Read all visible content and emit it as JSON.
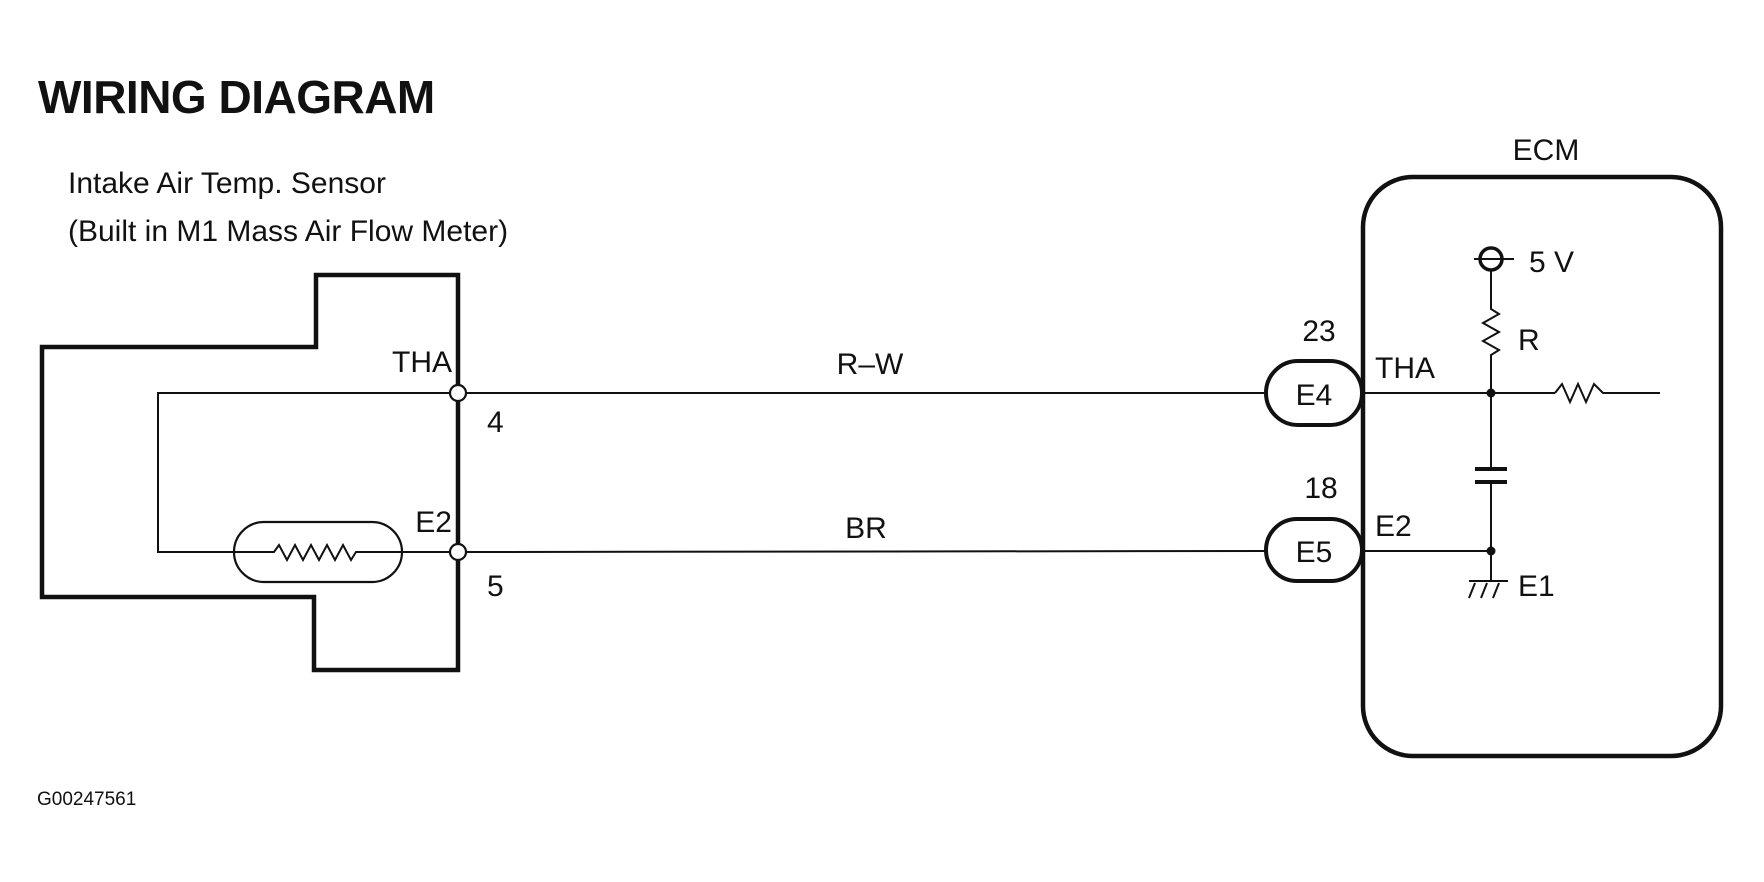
{
  "title": "WIRING DIAGRAM",
  "figure_id": "G00247561",
  "sensor": {
    "name_line1": "Intake Air Temp. Sensor",
    "name_line2": "(Built in M1 Mass Air Flow Meter)",
    "terminals": [
      {
        "name": "THA",
        "pin": "4"
      },
      {
        "name": "E2",
        "pin": "5"
      }
    ],
    "element": "thermistor"
  },
  "wires": [
    {
      "color_code": "R–W",
      "from": "THA (4)",
      "to": "E4 (23)"
    },
    {
      "color_code": "BR",
      "from": "E2 (5)",
      "to": "E5 (18)"
    }
  ],
  "ecm": {
    "label": "ECM",
    "connectors": [
      {
        "connector": "E4",
        "pin": "23",
        "terminal": "THA"
      },
      {
        "connector": "E5",
        "pin": "18",
        "terminal": "E2"
      }
    ],
    "supply_label": "5 V",
    "pullup_resistor_label": "R",
    "ground_label": "E1"
  }
}
